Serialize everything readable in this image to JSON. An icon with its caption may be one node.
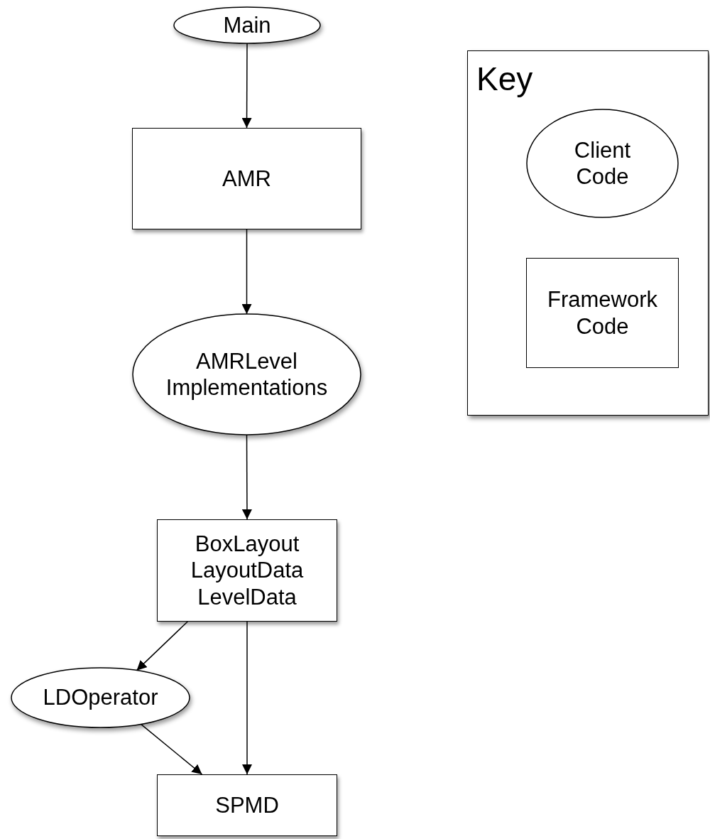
{
  "diagram": {
    "nodes": [
      {
        "text": [
          "Main"
        ]
      },
      {
        "text": [
          "AMR"
        ]
      },
      {
        "text": [
          "AMRLevel Implementations"
        ]
      },
      {
        "text": [
          "BoxLayout LayoutData LevelData"
        ]
      },
      {
        "text": [
          "LDOperator"
        ]
      },
      {
        "text": [
          "SPMD"
        ]
      },
      {
        "text": [
          "Key"
        ]
      },
      {
        "text": [
          "Client Code"
        ],
        "in": 6
      },
      {
        "text": [
          "Framework Code"
        ],
        "in": 6
      }
    ],
    "edges": [
      {
        "from": 0,
        "to": 1,
        "arrow": "to"
      },
      {
        "from": 1,
        "to": 2,
        "arrow": "to"
      },
      {
        "from": 2,
        "to": 3,
        "arrow": "to"
      },
      {
        "from": 3,
        "to": 4,
        "arrow": "to"
      },
      {
        "from": 3,
        "to": 5,
        "arrow": "to"
      },
      {
        "from": 4,
        "to": 5,
        "arrow": "to"
      }
    ]
  }
}
